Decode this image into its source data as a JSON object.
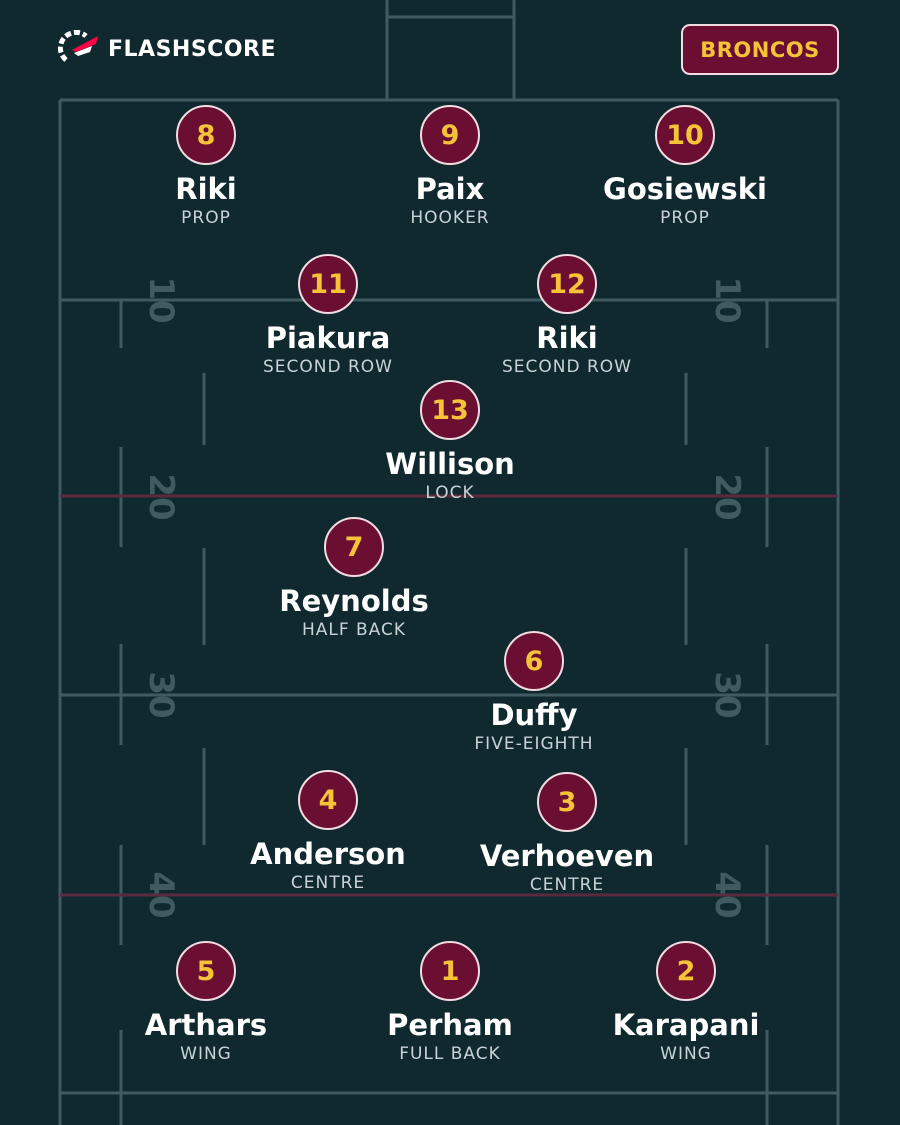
{
  "brand": {
    "name": "FLASHSCORE",
    "accent": "#ff0046"
  },
  "team": {
    "name": "BRONCOS",
    "badge_color": "#6a0f31",
    "number_color": "#f6c338"
  },
  "field_markings": [
    "10",
    "20",
    "30",
    "40"
  ],
  "players": [
    {
      "number": "8",
      "name": "Riki",
      "position": "PROP"
    },
    {
      "number": "9",
      "name": "Paix",
      "position": "HOOKER"
    },
    {
      "number": "10",
      "name": "Gosiewski",
      "position": "PROP"
    },
    {
      "number": "11",
      "name": "Piakura",
      "position": "SECOND ROW"
    },
    {
      "number": "12",
      "name": "Riki",
      "position": "SECOND ROW"
    },
    {
      "number": "13",
      "name": "Willison",
      "position": "LOCK"
    },
    {
      "number": "7",
      "name": "Reynolds",
      "position": "HALF BACK"
    },
    {
      "number": "6",
      "name": "Duffy",
      "position": "FIVE-EIGHTH"
    },
    {
      "number": "4",
      "name": "Anderson",
      "position": "CENTRE"
    },
    {
      "number": "3",
      "name": "Verhoeven",
      "position": "CENTRE"
    },
    {
      "number": "5",
      "name": "Arthars",
      "position": "WING"
    },
    {
      "number": "1",
      "name": "Perham",
      "position": "FULL BACK"
    },
    {
      "number": "2",
      "name": "Karapani",
      "position": "WING"
    }
  ]
}
